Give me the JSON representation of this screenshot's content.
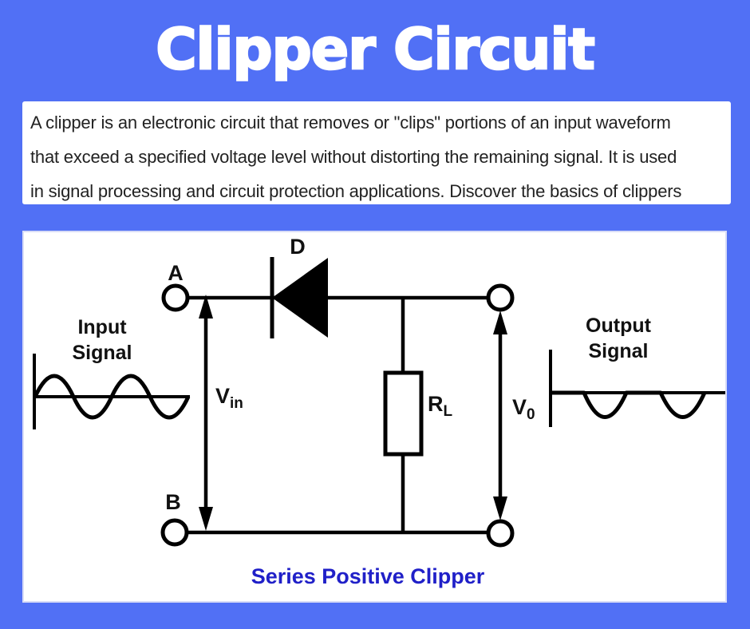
{
  "page": {
    "title": "Clipper Circuit",
    "background_color": "#5170f5"
  },
  "description": {
    "lines": [
      "A clipper is an electronic circuit that removes or \"clips\" portions of an input waveform",
      "that exceed a specified voltage level without distorting the remaining signal. It is used",
      "in signal processing and circuit protection applications. Discover the basics of clippers"
    ]
  },
  "circuit": {
    "caption": "Series Positive Clipper",
    "caption_color": "#2020c8",
    "stroke_color": "#000000",
    "labels": {
      "terminal_a": "A",
      "terminal_b": "B",
      "diode": "D",
      "vin_main": "V",
      "vin_sub": "in",
      "vout_main": "V",
      "vout_sub": "0",
      "resistor_main": "R",
      "resistor_sub": "L"
    },
    "input_signal": {
      "lines": [
        "Input",
        "Signal"
      ]
    },
    "output_signal": {
      "lines": [
        "Output",
        "Signal"
      ]
    },
    "waveforms": {
      "input": "full sine wave, 2 cycles, positive half-cycle first",
      "output": "positive half-cycles clipped flat at zero, negative half-cycles preserved"
    }
  }
}
